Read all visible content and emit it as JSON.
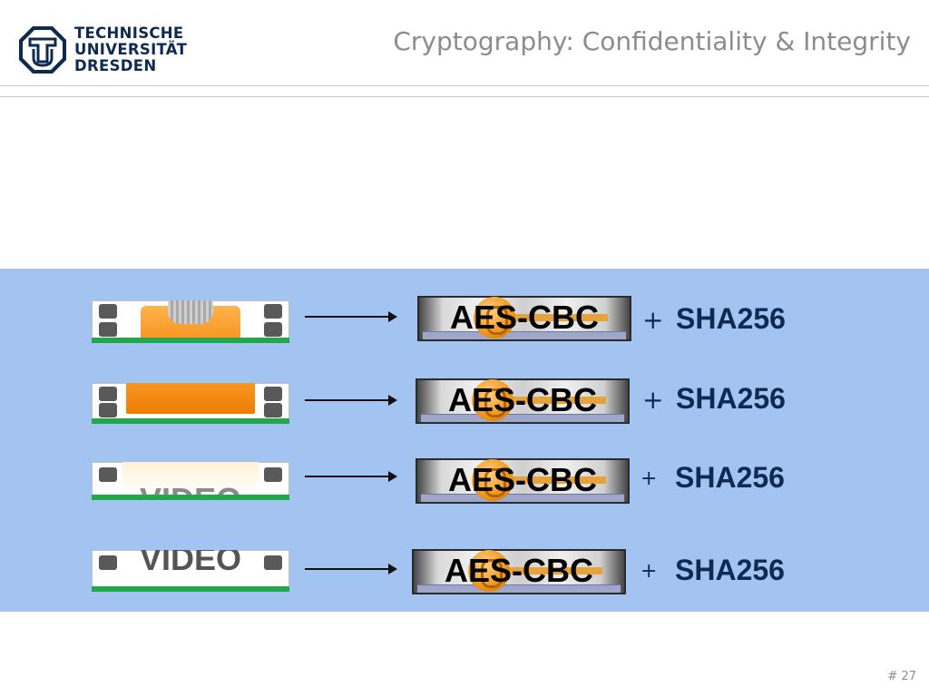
{
  "header": {
    "logo_lines": [
      "TECHNISCHE",
      "UNIVERSITÄT",
      "DRESDEN"
    ],
    "title": "Cryptography: Confidentiality & Integrity"
  },
  "rows": [
    {
      "cipher": "AES-CBC",
      "plus": "+",
      "hash": "SHA256"
    },
    {
      "cipher": "AES-CBC",
      "plus": "+",
      "hash": "SHA256"
    },
    {
      "cipher": "AES-CBC",
      "plus": "+",
      "hash": "SHA256"
    },
    {
      "cipher": "AES-CBC",
      "plus": "+",
      "hash": "SHA256"
    }
  ],
  "film_text": "VIDEO",
  "footer": {
    "page_number": "# 27"
  },
  "colors": {
    "band": "#a3c4f1",
    "title": "#8c8c8c",
    "brand": "#0f2a52",
    "film_stripe": "#22a84a",
    "lock": "#f39a1e"
  }
}
